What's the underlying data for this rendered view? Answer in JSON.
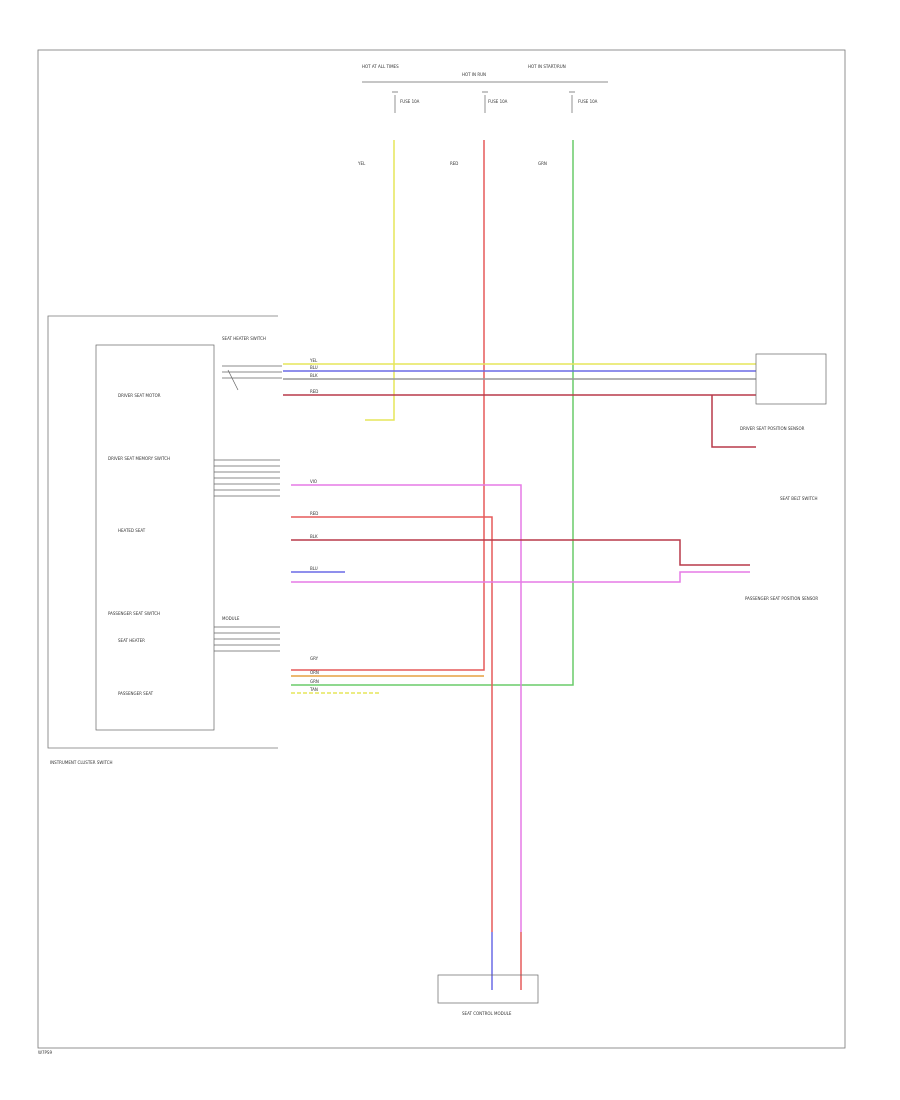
{
  "figure_code": "W7PS9",
  "components": {
    "hot_fuse_1": "HOT AT ALL TIMES",
    "hot_fuse_2": "HOT IN RUN",
    "hot_fuse_3": "HOT IN START/RUN",
    "fuse_1": "FUSE 10A",
    "fuse_2": "FUSE 10A",
    "fuse_3": "FUSE 10A",
    "switch_main": "INSTRUMENT CLUSTER SWITCH",
    "seat_sw_1": "DRIVER SEAT MEMORY SWITCH",
    "seat_sw_2": "PASSENGER SEAT SWITCH",
    "sensor_right_1": "DRIVER SEAT POSITION SENSOR",
    "sensor_right_2": "SEAT BELT SWITCH",
    "sensor_right_3": "PASSENGER SEAT POSITION SENSOR",
    "module_bottom": "SEAT CONTROL MODULE",
    "sub_1": "DRIVER SEAT MOTOR",
    "sub_2": "HEATED SEAT",
    "sub_3": "SEAT HEATER",
    "sub_4": "PASSENGER SEAT",
    "sub_5": "SEAT HEATER SWITCH",
    "sub_6": "MODULE"
  },
  "wires": {
    "c_yel": "YEL",
    "c_red": "RED",
    "c_grn": "GRN",
    "w1": "YEL",
    "w2": "BLU",
    "w3": "BLK",
    "w4": "RED",
    "w5": "VIO",
    "w6": "BLU",
    "w7": "RED",
    "w8": "BLK",
    "w9": "ORN",
    "w10": "GRN",
    "w11": "GRY",
    "w12": "TAN"
  },
  "colors": {
    "yellow": "#e6e65a",
    "red": "#e65a5a",
    "green": "#6acc6a",
    "blue": "#6a6ae6",
    "magenta": "#e67ae6",
    "darkred": "#b83a4a",
    "orange": "#e6a040",
    "gray": "#999999"
  }
}
